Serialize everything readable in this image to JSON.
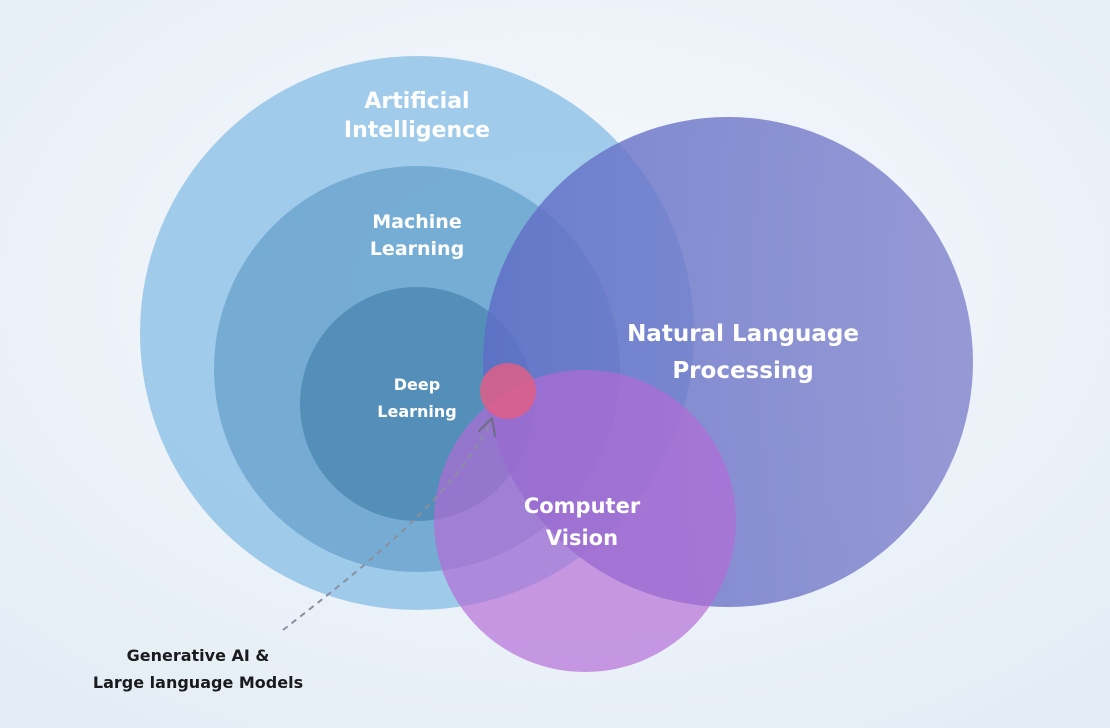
{
  "diagram": {
    "artificial_intelligence": {
      "line1": "Artificial",
      "line2": "Intelligence",
      "color": "#8cc0e6"
    },
    "machine_learning": {
      "line1": "Machine",
      "line2": "Learning",
      "color": "#6fa7d0"
    },
    "deep_learning": {
      "line1": "Deep",
      "line2": "Learning",
      "color": "#4e89b4"
    },
    "natural_language_processing": {
      "line1": "Natural Language",
      "line2": "Processing",
      "color": "#6f6fc4"
    },
    "computer_vision": {
      "line1": "Computer",
      "line2": "Vision",
      "color": "#b46ad6"
    },
    "generative_ai": {
      "line1": "Generative AI &",
      "line2": "Large language Models",
      "color": "#de5f86"
    },
    "background_color": "#eaf1f8"
  }
}
